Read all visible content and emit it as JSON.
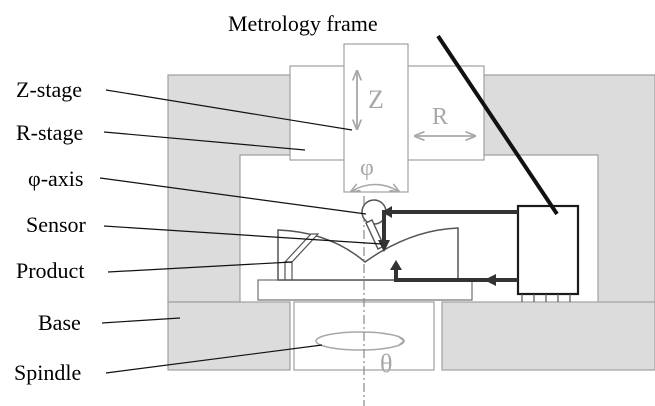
{
  "diagram": {
    "title_label": "Metrology frame",
    "labels": {
      "z_stage": "Z-stage",
      "r_stage": "R-stage",
      "phi_axis": "φ-axis",
      "sensor": "Sensor",
      "product": "Product",
      "base": "Base",
      "spindle": "Spindle"
    },
    "axis_symbols": {
      "z": "Z",
      "r": "R",
      "phi": "φ",
      "theta": "θ"
    }
  }
}
